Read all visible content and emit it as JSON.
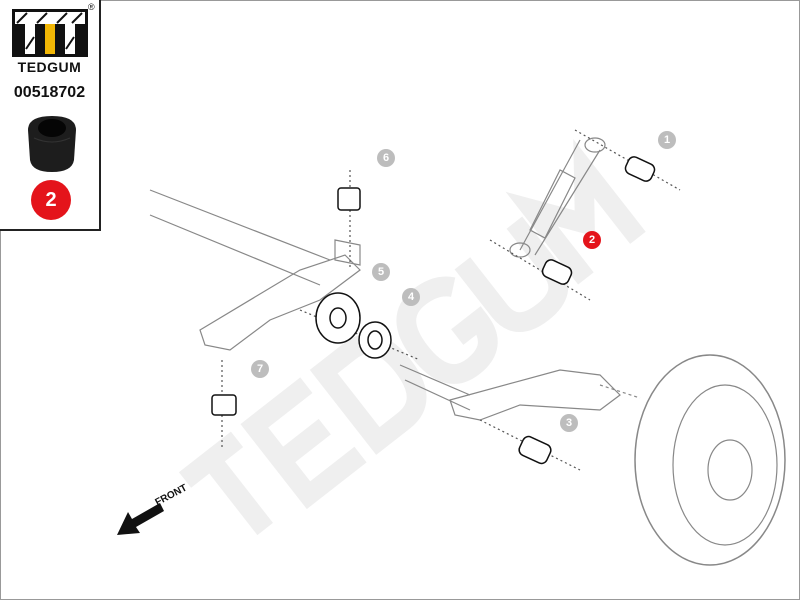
{
  "brand": {
    "name": "TEDGUM",
    "registered": "®",
    "logo_colors": {
      "black": "#111111",
      "yellow": "#f2b705"
    }
  },
  "part": {
    "number": "00518702",
    "position": "2",
    "badge_color": "#e4141b"
  },
  "watermark": "TEDGUM",
  "direction_label": "FRONT",
  "callouts": [
    {
      "label": "1",
      "active": false
    },
    {
      "label": "2",
      "active": true
    },
    {
      "label": "3",
      "active": false
    },
    {
      "label": "4",
      "active": false
    },
    {
      "label": "5",
      "active": false
    },
    {
      "label": "6",
      "active": false
    },
    {
      "label": "7",
      "active": false
    }
  ]
}
